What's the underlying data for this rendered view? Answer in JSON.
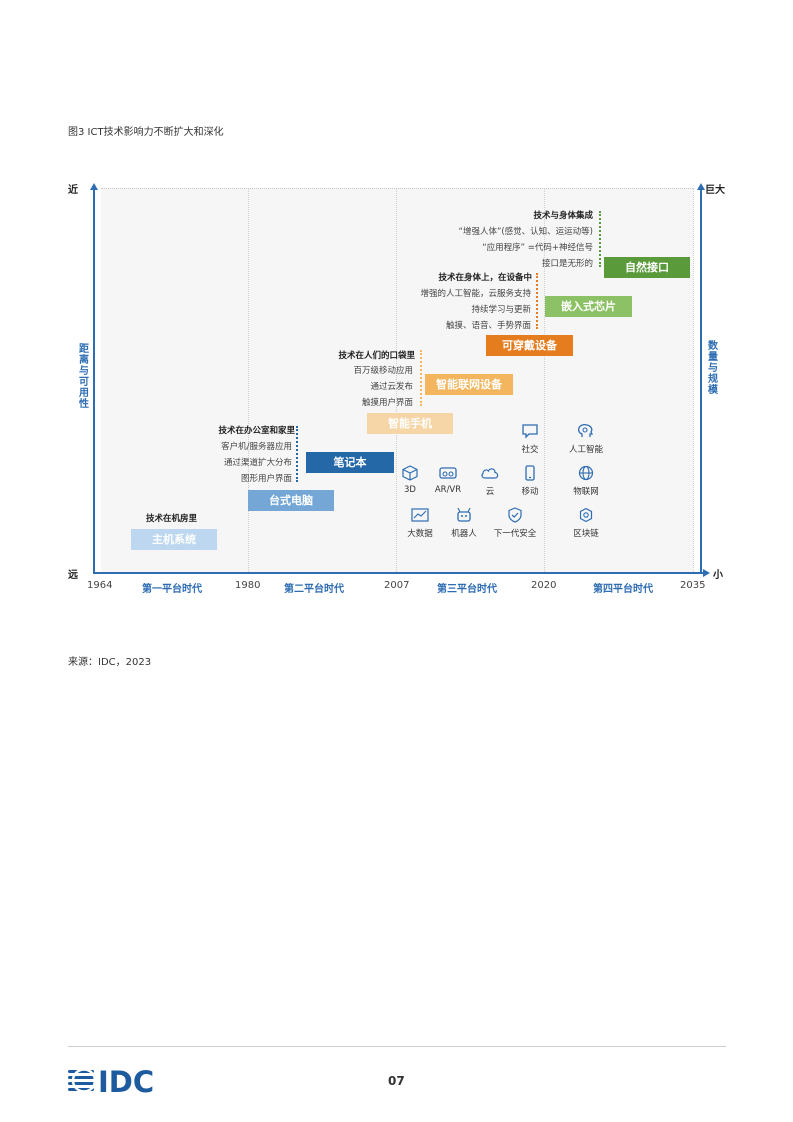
{
  "figure": {
    "title": "图3 ICT技术影响力不断扩大和深化"
  },
  "axes": {
    "left_top": "近",
    "left_bottom": "远",
    "right_top": "巨大",
    "right_bottom": "小",
    "left_label": "距离与可用性",
    "right_label": "数量与规模",
    "years": [
      "1964",
      "1980",
      "2007",
      "2020",
      "2035"
    ],
    "eras": [
      "第一平台时代",
      "第二平台时代",
      "第三平台时代",
      "第四平台时代"
    ]
  },
  "blocks": {
    "mainframe": "主机系统",
    "desktop": "台式电脑",
    "notebook": "笔记本",
    "smartphone": "智能手机",
    "iot_device": "智能联网设备",
    "wearable": "可穿戴设备",
    "embedded_chip": "嵌入式芯片",
    "natural_interface": "自然接口"
  },
  "block_colors": {
    "mainframe": "#bcd7ef",
    "desktop": "#74a7d5",
    "notebook": "#2468a8",
    "smartphone": "#f6d5a6",
    "iot_device": "#f3b55d",
    "wearable": "#e57c1e",
    "embedded_chip": "#8cc265",
    "natural_interface": "#5a9a3a"
  },
  "notes": {
    "machine_room": {
      "title": "技术在机房里",
      "lines": []
    },
    "office_home": {
      "title": "技术在办公室和家里",
      "lines": [
        "客户机/服务器应用",
        "通过渠道扩大分布",
        "图形用户界面"
      ]
    },
    "pocket": {
      "title": "技术在人们的口袋里",
      "lines": [
        "百万级移动应用",
        "通过云发布",
        "触摸用户界面"
      ]
    },
    "on_body": {
      "title": "技术在身体上，在设备中",
      "lines": [
        "增强的人工智能，云服务支持",
        "持续学习与更新",
        "触摸、语音、手势界面"
      ]
    },
    "integrated": {
      "title": "技术与身体集成",
      "lines": [
        "“增强人体”(感觉、认知、运运动等)",
        "“应用程序” =代码+神经信号",
        "接口是无形的"
      ]
    }
  },
  "icons": [
    {
      "name": "social",
      "label": "社交"
    },
    {
      "name": "ai",
      "label": "人工智能"
    },
    {
      "name": "3d",
      "label": "3D"
    },
    {
      "name": "arvr",
      "label": "AR/VR"
    },
    {
      "name": "cloud",
      "label": "云"
    },
    {
      "name": "mobile",
      "label": "移动"
    },
    {
      "name": "iot",
      "label": "物联网"
    },
    {
      "name": "bigdata",
      "label": "大数据"
    },
    {
      "name": "robot",
      "label": "机器人"
    },
    {
      "name": "security",
      "label": "下一代安全"
    },
    {
      "name": "blockchain",
      "label": "区块链"
    }
  ],
  "source": "来源：IDC，2023",
  "footer": {
    "logo": "IDC",
    "page": "07"
  }
}
